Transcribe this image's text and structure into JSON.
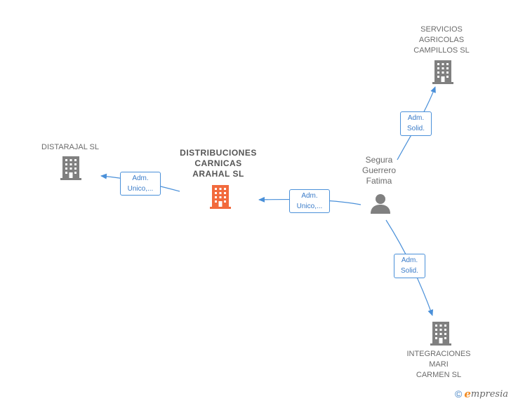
{
  "nodes": {
    "servicios": {
      "label": "SERVICIOS\nAGRICOLAS\nCAMPILLOS SL",
      "type": "company"
    },
    "distarajal": {
      "label": "DISTARAJAL SL",
      "type": "company"
    },
    "distribuciones": {
      "label": "DISTRIBUCIONES\nCARNICAS\nARAHAL  SL",
      "type": "company-main"
    },
    "segura": {
      "label": "Segura\nGuerrero\nFatima",
      "type": "person"
    },
    "integraciones": {
      "label": "INTEGRACIONES\nMARI\nCARMEN  SL",
      "type": "company"
    }
  },
  "edges": [
    {
      "from": "segura",
      "to": "servicios",
      "label": "Adm.\nSolid."
    },
    {
      "from": "distribuciones",
      "to": "distarajal",
      "label": "Adm.\nUnico,..."
    },
    {
      "from": "segura",
      "to": "distribuciones",
      "label": "Adm.\nUnico,..."
    },
    {
      "from": "segura",
      "to": "integraciones",
      "label": "Adm.\nSolid."
    }
  ],
  "brand": {
    "copyright": "©",
    "initial": "e",
    "name": "mpresia"
  },
  "colors": {
    "company": "#808080",
    "main": "#f26a3d",
    "person": "#808080",
    "edge": "#4a90d9"
  }
}
